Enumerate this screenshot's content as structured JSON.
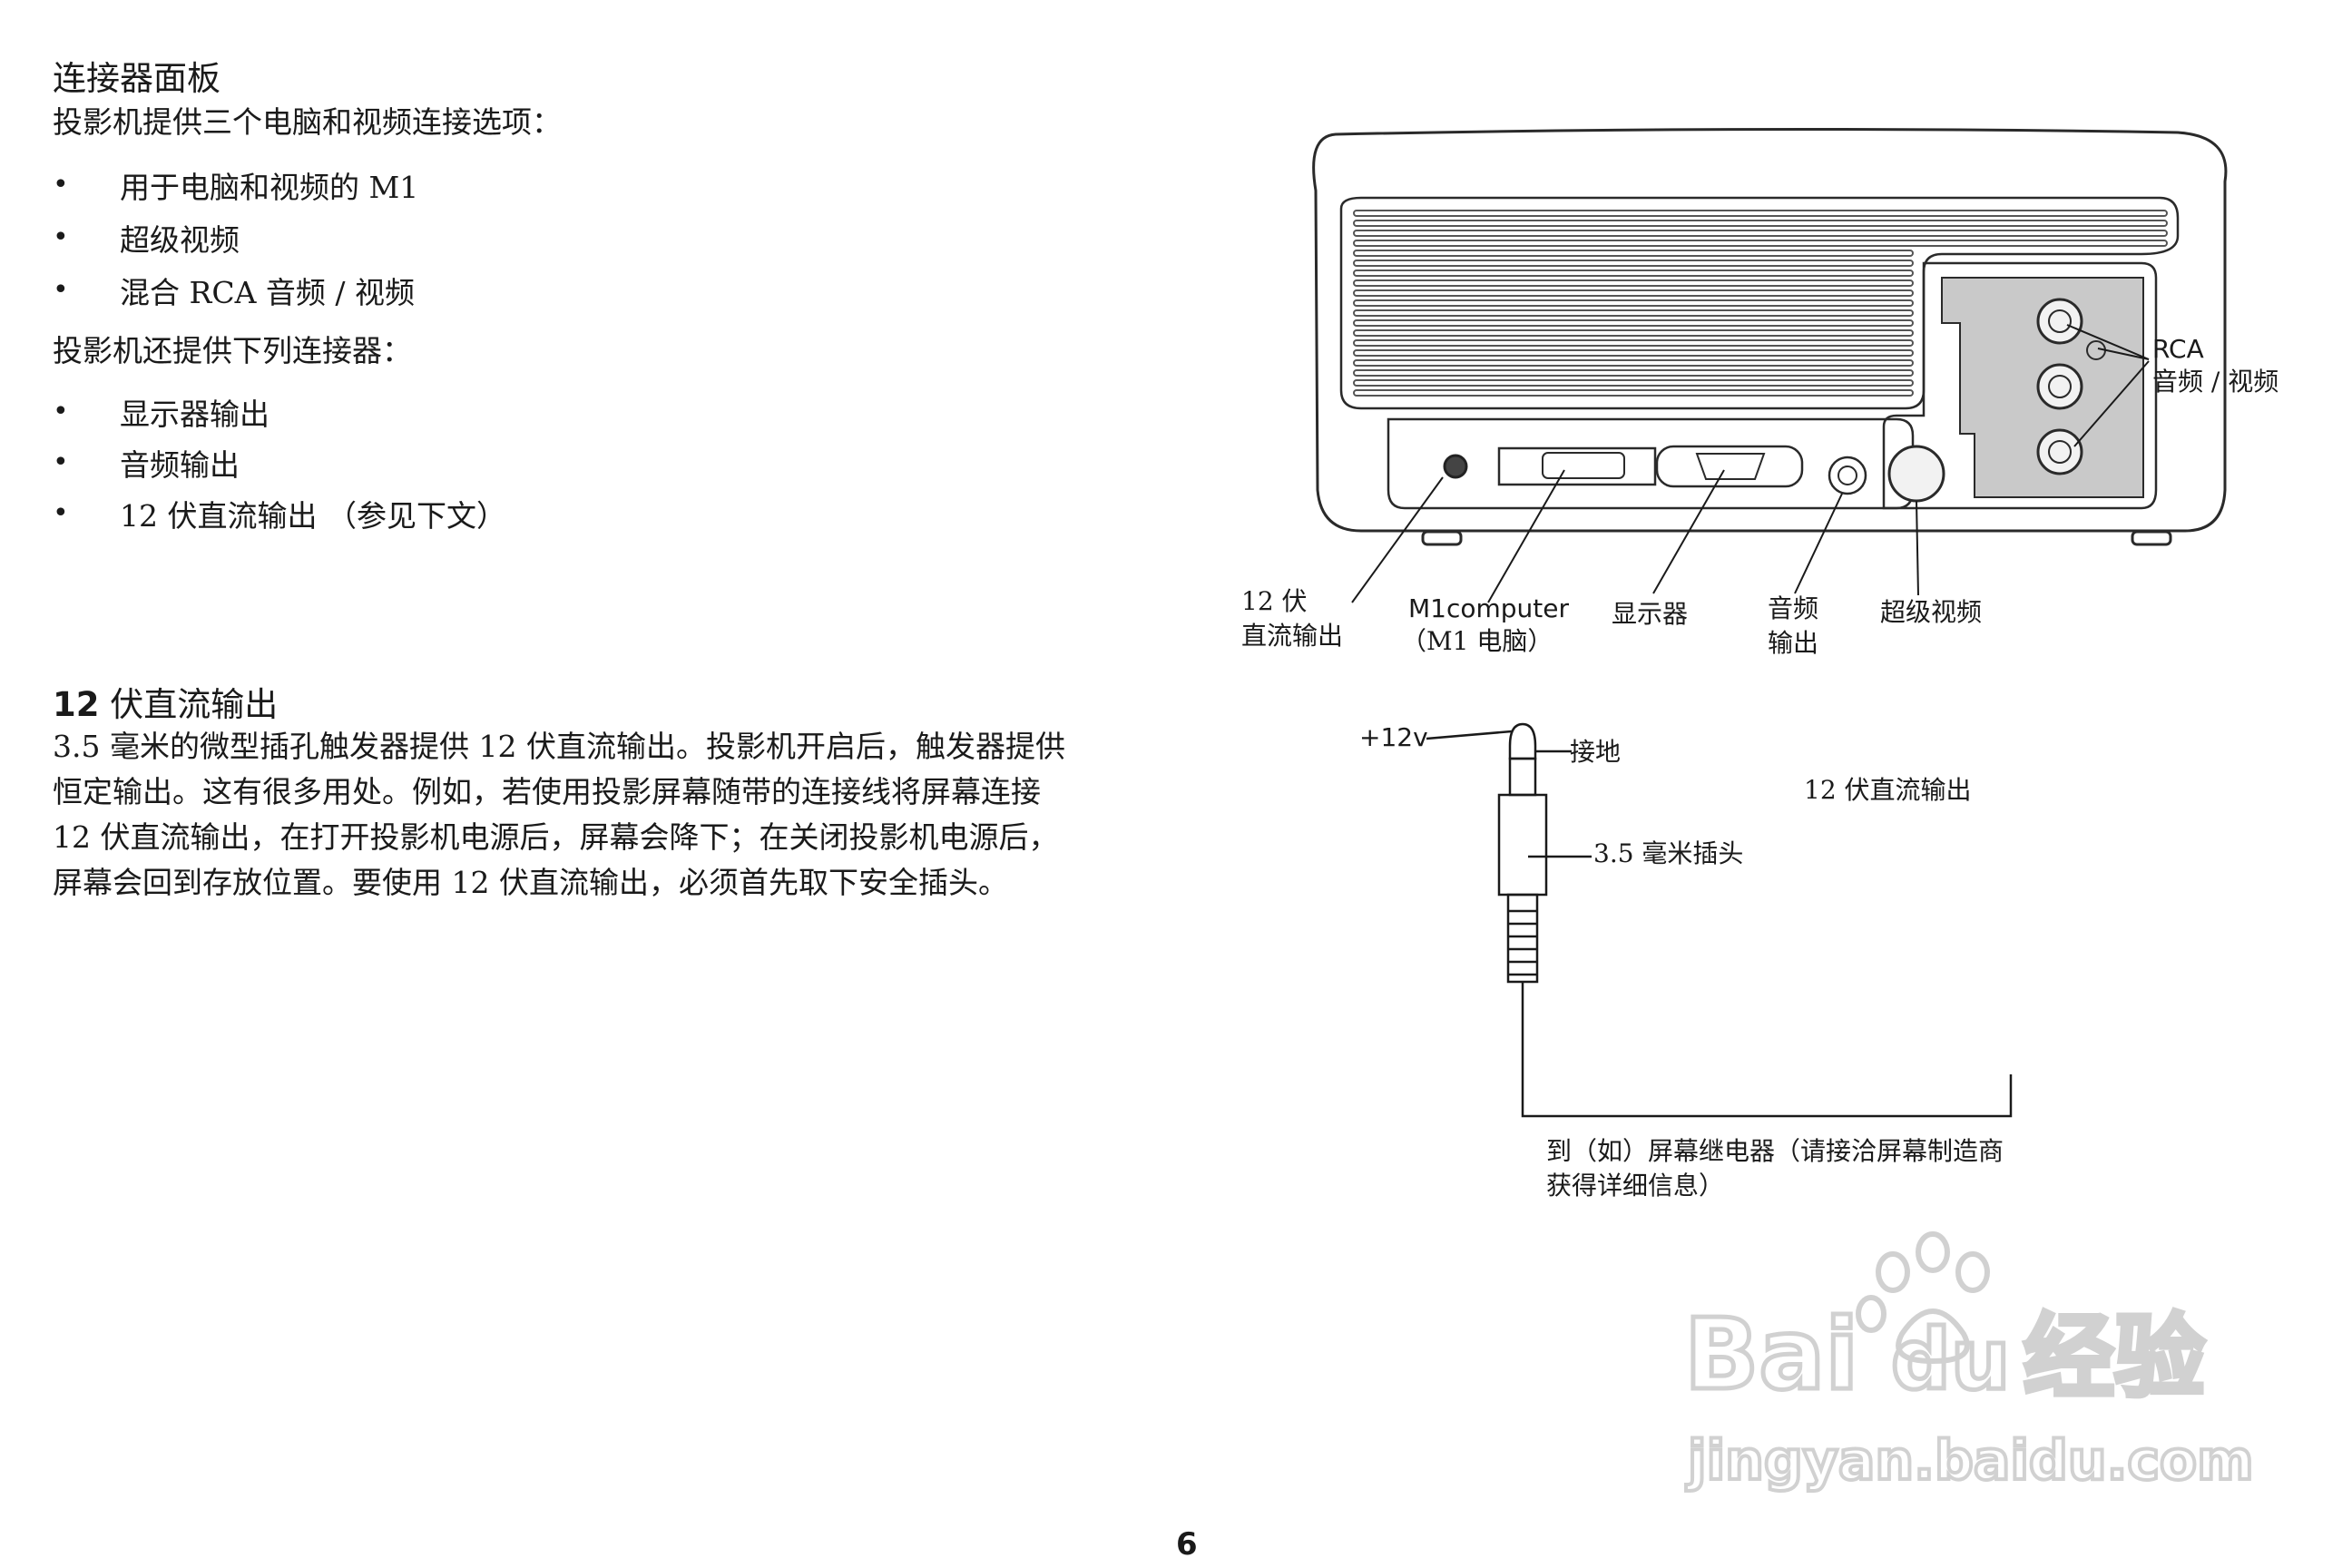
{
  "section1": {
    "title": "连接器面板",
    "intro": "投影机提供三个电脑和视频连接选项：",
    "options": [
      "用于电脑和视频的 M1",
      "超级视频",
      "混合 RCA 音频 / 视频"
    ],
    "also": "投影机还提供下列连接器：",
    "connectors": [
      "显示器输出",
      "音频输出",
      "12 伏直流输出 （参见下文）"
    ]
  },
  "section2": {
    "title_num": "12",
    "title_text": " 伏直流输出",
    "lines": [
      "3.5 毫米的微型插孔触发器提供 12 伏直流输出。投影机开启后，触发器提供",
      "恒定输出。这有很多用处。例如，若使用投影屏幕随带的连接线将屏幕连接",
      "12 伏直流输出，在打开投影机电源后，屏幕会降下；在关闭投影机电源后，",
      "屏幕会回到存放位置。要使用 12 伏直流输出，必须首先取下安全插头。"
    ]
  },
  "projector_labels": {
    "rca_line1": "RCA",
    "rca_line2": "音频 / 视频",
    "dc_line1": "12 伏",
    "dc_line2": "直流输出",
    "m1_line1": "M1computer",
    "m1_line2": "（M1 电脑）",
    "monitor": "显示器",
    "audio_line1": "音频",
    "audio_line2": "输出",
    "svideo": "超级视频"
  },
  "plug_labels": {
    "plus12v": "+12v",
    "ground": "接地",
    "title": "12 伏直流输出",
    "plug": "3.5 毫米插头",
    "relay_line1": "到（如）屏幕继电器（请接洽屏幕制造商",
    "relay_line2": "获得详细信息）"
  },
  "watermark": {
    "brand": "Bai",
    "brand_du": "du",
    "brand_cn": "经验",
    "url": "jingyan.baidu.com"
  },
  "page_number": "6"
}
